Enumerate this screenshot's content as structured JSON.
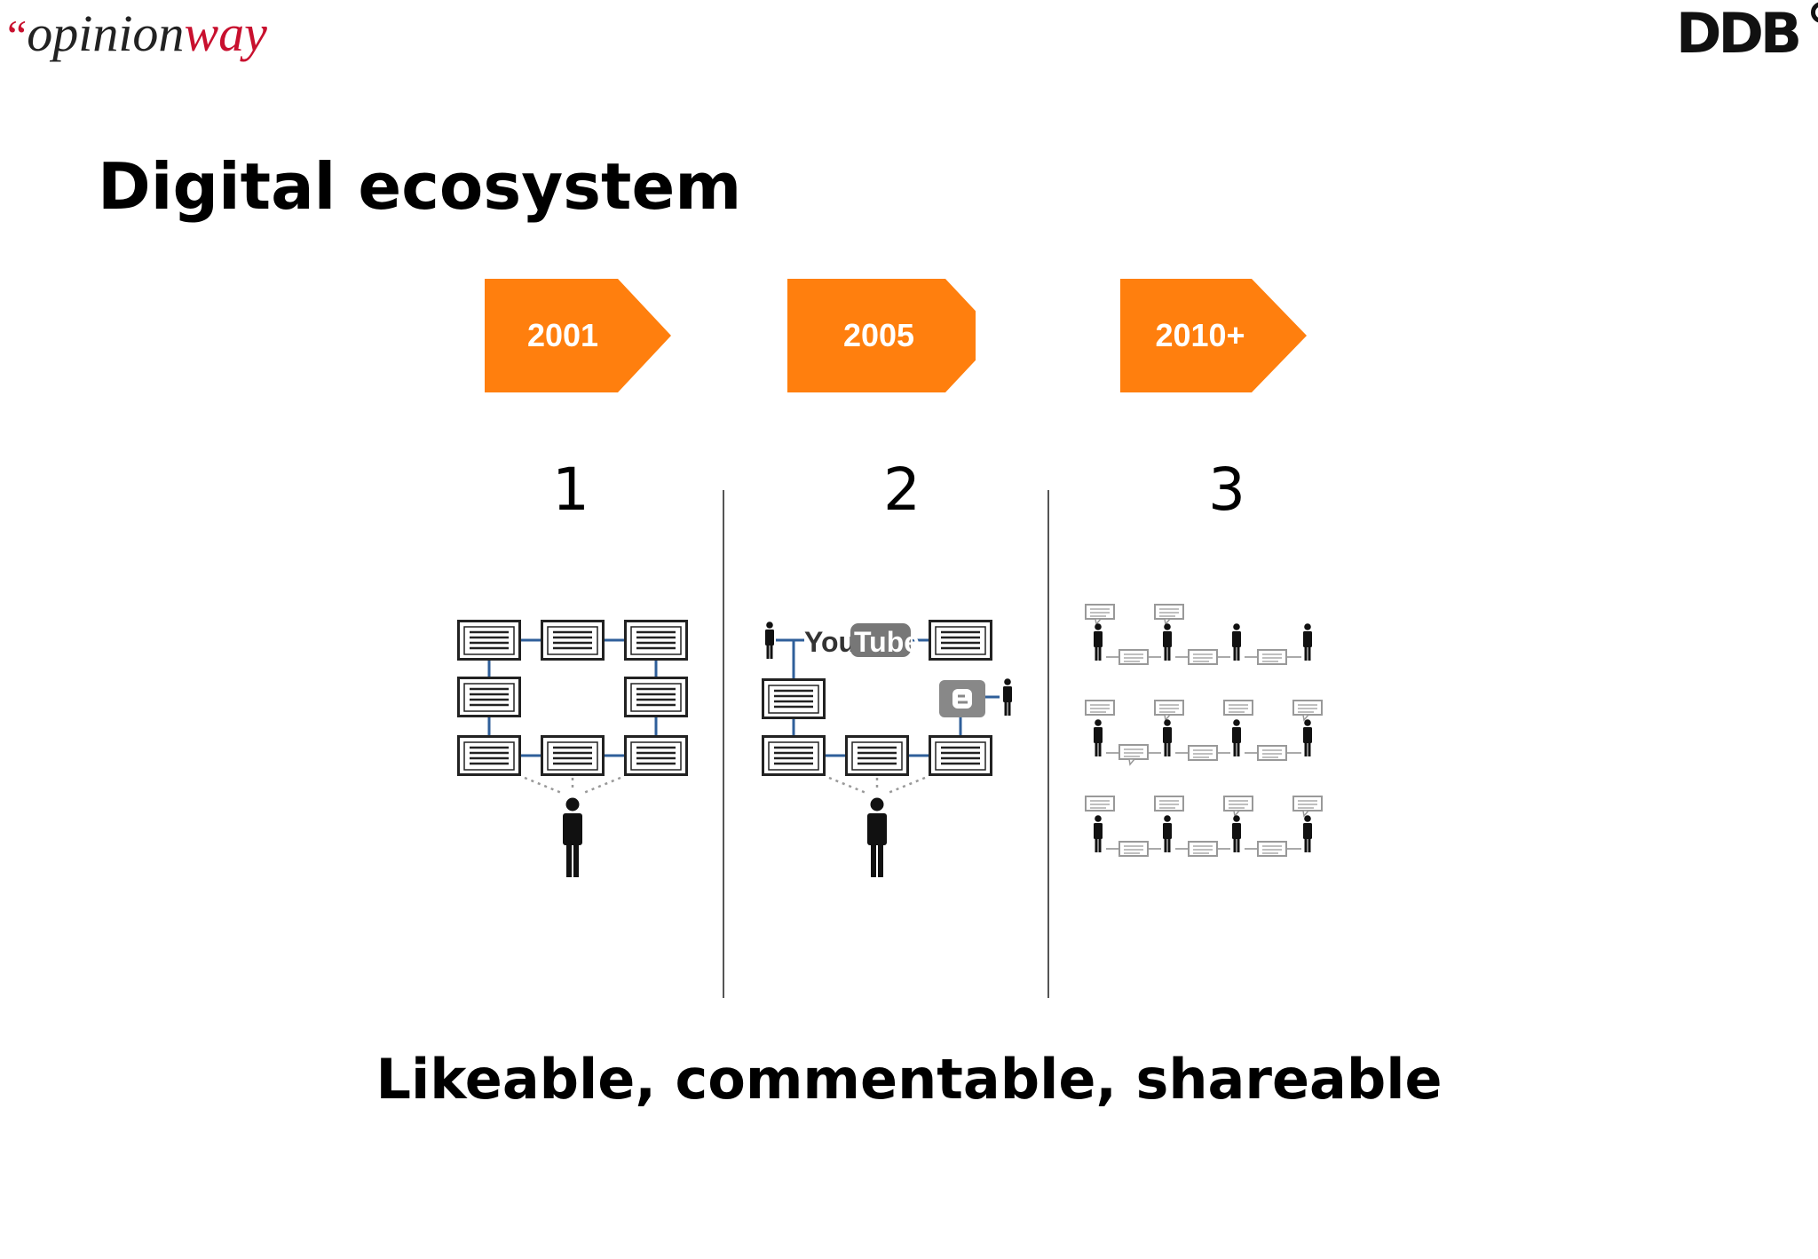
{
  "header": {
    "logo_left": {
      "quote": "“",
      "part1": "opinion",
      "part2": "way"
    },
    "logo_right": "DDB"
  },
  "title": "Digital ecosystem",
  "timeline": [
    {
      "year": "2001",
      "number": "1"
    },
    {
      "year": "2005",
      "number": "2"
    },
    {
      "year": "2010+",
      "number": "3"
    }
  ],
  "diagram2": {
    "brand_you": "You",
    "brand_tube": "Tube"
  },
  "tagline": "Likeable, commentable, shareable",
  "colors": {
    "arrow": "#ff7f0e",
    "link_line": "#2f5f9a",
    "text": "#000000",
    "logo_red": "#c8102e"
  },
  "icons": [
    "person-icon",
    "webpage-icon",
    "speech-bubble-icon",
    "blogger-icon",
    "youtube-logo"
  ]
}
